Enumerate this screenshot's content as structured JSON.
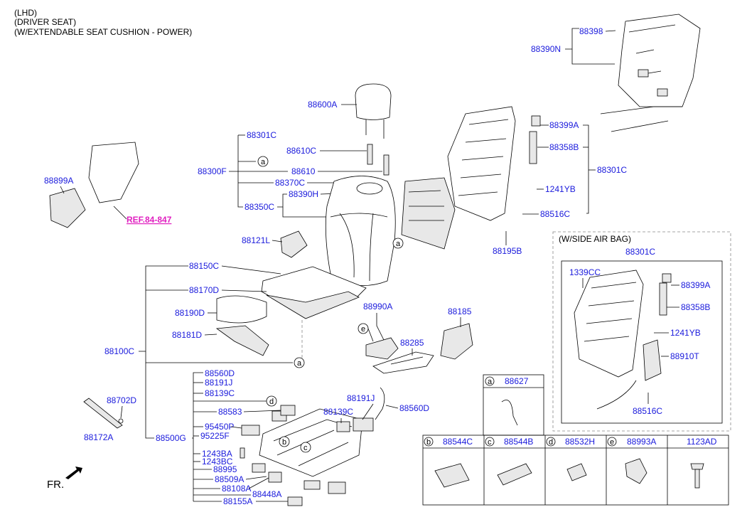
{
  "header": {
    "line1": "(LHD)",
    "line2": "(DRIVER SEAT)",
    "line3": "(W/EXTENDABLE SEAT CUSHION - POWER)"
  },
  "ref_label": "REF.84-847",
  "labels": {
    "p88398": "88398",
    "p88390N": "88390N",
    "p88600A": "88600A",
    "p88301C_a": "88301C",
    "p88610C": "88610C",
    "p88300F": "88300F",
    "p88610": "88610",
    "p88370C": "88370C",
    "p88390H": "88390H",
    "p88350C": "88350C",
    "p88899A": "88899A",
    "p88121L": "88121L",
    "p88399A": "88399A",
    "p88358B": "88358B",
    "p88301C_b": "88301C",
    "p1241YB": "1241YB",
    "p88516C": "88516C",
    "p88195B": "88195B",
    "p88150C": "88150C",
    "p88170D": "88170D",
    "p88190D": "88190D",
    "p88181D": "88181D",
    "p88100C": "88100C",
    "p88990A": "88990A",
    "p88185": "88185",
    "p88285": "88285",
    "p88560D_a": "88560D",
    "p88191J_a": "88191J",
    "p88139C_a": "88139C",
    "p88583": "88583",
    "p95450P": "95450P",
    "p95225F": "95225F",
    "p88500G": "88500G",
    "p1243BA": "1243BA",
    "p1243BC": "1243BC",
    "p88995": "88995",
    "p88509A": "88509A",
    "p88108A": "88108A",
    "p88448A": "88448A",
    "p88155A": "88155A",
    "p88191J_b": "88191J",
    "p88139C_b": "88139C",
    "p88560D_b": "88560D",
    "p88702D": "88702D",
    "p88172A": "88172A",
    "fr": "FR."
  },
  "airbag_box": {
    "title": "(W/SIDE AIR BAG)",
    "p88301C": "88301C",
    "p1339CC": "1339CC",
    "p88399A": "88399A",
    "p88358B": "88358B",
    "p1241YB": "1241YB",
    "p88910T": "88910T",
    "p88516C": "88516C"
  },
  "callouts": {
    "a": "a",
    "b": "b",
    "c": "c",
    "d": "d",
    "e": "e"
  },
  "table_top": {
    "key": "a",
    "part": "88627"
  },
  "table_bottom": [
    {
      "key": "b",
      "part": "88544C"
    },
    {
      "key": "c",
      "part": "88544B"
    },
    {
      "key": "d",
      "part": "88532H"
    },
    {
      "key": "e",
      "part": "88993A"
    },
    {
      "key": "",
      "part": "1123AD"
    }
  ]
}
